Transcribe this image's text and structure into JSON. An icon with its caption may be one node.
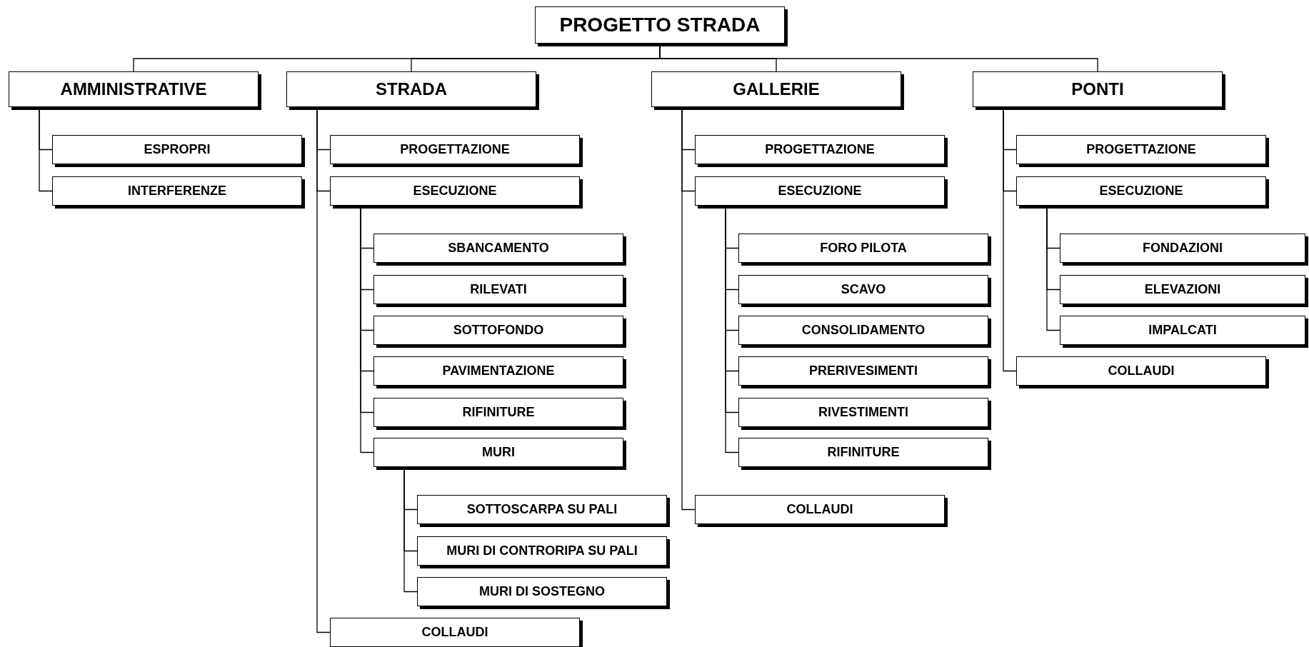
{
  "diagram": {
    "nodes": [
      {
        "text": [
          "PROGETTO STRADA"
        ]
      },
      {
        "text": [
          "AMMINISTRATIVE"
        ]
      },
      {
        "text": [
          "ESPROPRI"
        ]
      },
      {
        "text": [
          "INTERFERENZE"
        ]
      },
      {
        "text": [
          "STRADA"
        ]
      },
      {
        "text": [
          "PROGETTAZIONE"
        ]
      },
      {
        "text": [
          "ESECUZIONE"
        ]
      },
      {
        "text": [
          "SBANCAMENTO"
        ]
      },
      {
        "text": [
          "RILEVATI"
        ]
      },
      {
        "text": [
          "SOTTOFONDO"
        ]
      },
      {
        "text": [
          "PAVIMENTAZIONE"
        ]
      },
      {
        "text": [
          "RIFINITURE"
        ]
      },
      {
        "text": [
          "MURI"
        ]
      },
      {
        "text": [
          "SOTTOSCARPA SU PALI"
        ]
      },
      {
        "text": [
          "MURI DI CONTRORIPA SU PALI"
        ]
      },
      {
        "text": [
          "MURI DI SOSTEGNO"
        ]
      },
      {
        "text": [
          "COLLAUDI"
        ]
      },
      {
        "text": [
          "GALLERIE"
        ]
      },
      {
        "text": [
          "PROGETTAZIONE"
        ]
      },
      {
        "text": [
          "ESECUZIONE"
        ]
      },
      {
        "text": [
          "FORO PILOTA"
        ]
      },
      {
        "text": [
          "SCAVO"
        ]
      },
      {
        "text": [
          "CONSOLIDAMENTO"
        ]
      },
      {
        "text": [
          "PRERIVESIMENTI"
        ]
      },
      {
        "text": [
          "RIVESTIMENTI"
        ]
      },
      {
        "text": [
          "RIFINITURE"
        ]
      },
      {
        "text": [
          "COLLAUDI"
        ]
      },
      {
        "text": [
          "PONTI"
        ]
      },
      {
        "text": [
          "PROGETTAZIONE"
        ]
      },
      {
        "text": [
          "ESECUZIONE"
        ]
      },
      {
        "text": [
          "FONDAZIONI"
        ]
      },
      {
        "text": [
          "ELEVAZIONI"
        ]
      },
      {
        "text": [
          "IMPALCATI"
        ]
      },
      {
        "text": [
          "COLLAUDI"
        ]
      }
    ],
    "edges": [
      {
        "from": 0,
        "to": 1,
        "arrow": "none"
      },
      {
        "from": 0,
        "to": 4,
        "arrow": "none"
      },
      {
        "from": 0,
        "to": 17,
        "arrow": "none"
      },
      {
        "from": 0,
        "to": 27,
        "arrow": "none"
      },
      {
        "from": 1,
        "to": 2,
        "arrow": "none"
      },
      {
        "from": 1,
        "to": 3,
        "arrow": "none"
      },
      {
        "from": 4,
        "to": 5,
        "arrow": "none"
      },
      {
        "from": 4,
        "to": 6,
        "arrow": "none"
      },
      {
        "from": 6,
        "to": 7,
        "arrow": "none"
      },
      {
        "from": 6,
        "to": 8,
        "arrow": "none"
      },
      {
        "from": 6,
        "to": 9,
        "arrow": "none"
      },
      {
        "from": 6,
        "to": 10,
        "arrow": "none"
      },
      {
        "from": 6,
        "to": 11,
        "arrow": "none"
      },
      {
        "from": 6,
        "to": 12,
        "arrow": "none"
      },
      {
        "from": 12,
        "to": 13,
        "arrow": "none"
      },
      {
        "from": 12,
        "to": 14,
        "arrow": "none"
      },
      {
        "from": 12,
        "to": 15,
        "arrow": "none"
      },
      {
        "from": 4,
        "to": 16,
        "arrow": "none"
      },
      {
        "from": 17,
        "to": 18,
        "arrow": "none"
      },
      {
        "from": 17,
        "to": 19,
        "arrow": "none"
      },
      {
        "from": 19,
        "to": 20,
        "arrow": "none"
      },
      {
        "from": 19,
        "to": 21,
        "arrow": "none"
      },
      {
        "from": 19,
        "to": 22,
        "arrow": "none"
      },
      {
        "from": 19,
        "to": 23,
        "arrow": "none"
      },
      {
        "from": 19,
        "to": 24,
        "arrow": "none"
      },
      {
        "from": 19,
        "to": 25,
        "arrow": "none"
      },
      {
        "from": 17,
        "to": 26,
        "arrow": "none"
      },
      {
        "from": 27,
        "to": 28,
        "arrow": "none"
      },
      {
        "from": 27,
        "to": 29,
        "arrow": "none"
      },
      {
        "from": 29,
        "to": 30,
        "arrow": "none"
      },
      {
        "from": 29,
        "to": 31,
        "arrow": "none"
      },
      {
        "from": 29,
        "to": 32,
        "arrow": "none"
      },
      {
        "from": 27,
        "to": 33,
        "arrow": "none"
      }
    ]
  }
}
